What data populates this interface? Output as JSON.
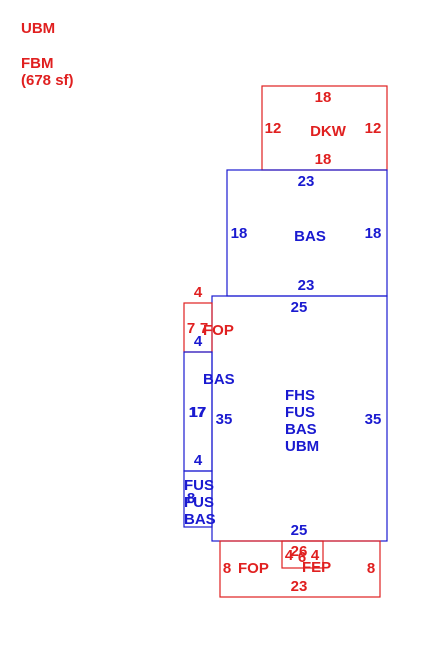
{
  "colors": {
    "red": "#e02020",
    "blue": "#1a1ad0"
  },
  "legend": {
    "ubm": "UBM",
    "fbm": "FBM",
    "fbm_area": "(678 sf)"
  },
  "deck": {
    "code": "DKW",
    "top": "18",
    "bottom": "18",
    "left": "12",
    "right": "12"
  },
  "upper_base": {
    "code": "BAS",
    "top": "23",
    "bottom": "23",
    "left": "18",
    "right": "18"
  },
  "main_base": {
    "codes": [
      "FHS",
      "FUS",
      "BAS",
      "UBM"
    ],
    "top": "25",
    "bottom": "25",
    "left": "35",
    "right": "35"
  },
  "side_porch": {
    "code": "FOP",
    "top": "4",
    "bottom": "4",
    "left": "7",
    "right": "7"
  },
  "side_base": {
    "code": "BAS",
    "left": "17",
    "right": "17",
    "bottom": "4"
  },
  "small_wing": {
    "codes": [
      "FUS",
      "FUS",
      "BAS"
    ],
    "side": "8"
  },
  "front_porch": {
    "code": "FOP",
    "left": "8",
    "bottom": "23"
  },
  "enclosed_porch": {
    "code": "FEP",
    "top": "26",
    "left": "4",
    "mid": "6",
    "right": "4",
    "side": "8"
  }
}
